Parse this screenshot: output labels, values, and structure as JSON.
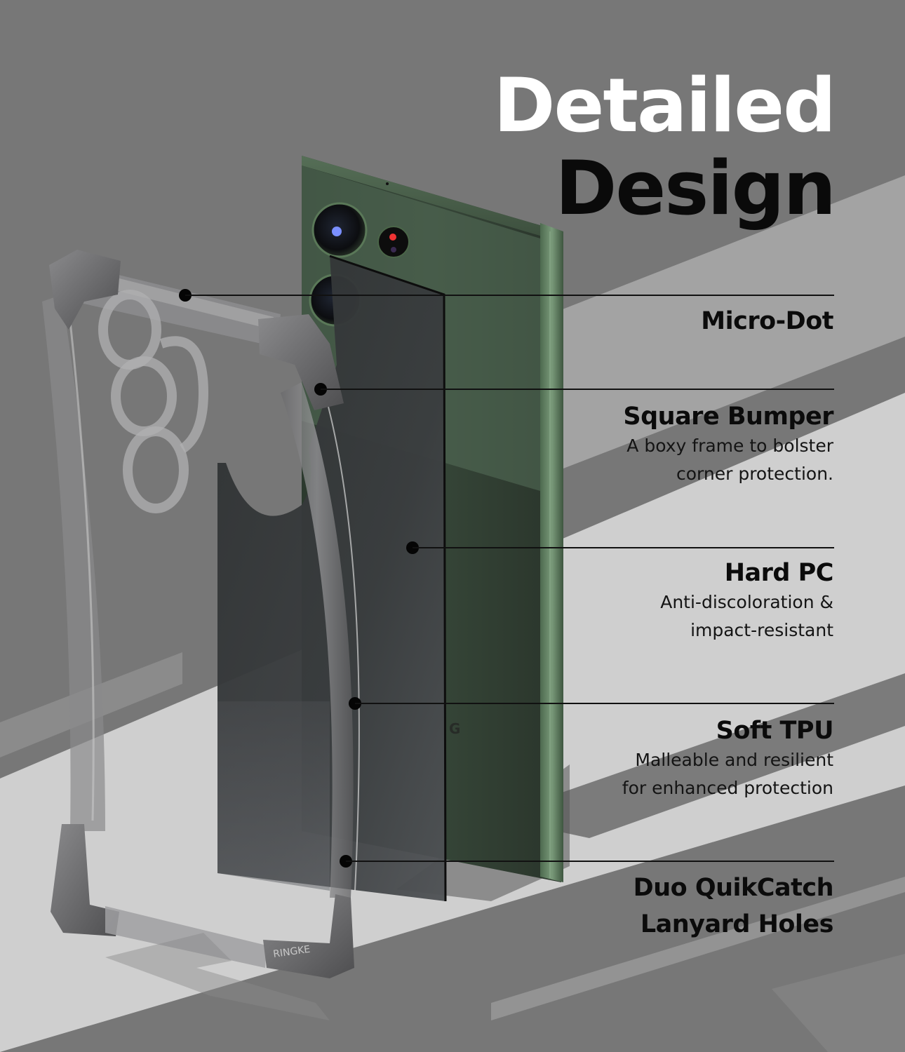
{
  "headline": {
    "line1": "Detailed",
    "line2": "Design"
  },
  "features": [
    {
      "title": "Micro-Dot",
      "description_lines": []
    },
    {
      "title": "Square Bumper",
      "description_lines": [
        "A boxy frame to bolster",
        "corner protection."
      ]
    },
    {
      "title": "Hard PC",
      "description_lines": [
        "Anti-discoloration &",
        "impact-resistant"
      ]
    },
    {
      "title": "Soft TPU",
      "description_lines": [
        "Malleable and resilient",
        "for enhanced protection"
      ]
    },
    {
      "title_lines": [
        "Duo QuikCatch",
        "Lanyard Holes"
      ],
      "description_lines": []
    }
  ],
  "product": {
    "brand_mark_on_bumper": "RINGKE",
    "phone_color": "#3e5340",
    "case_tint": "#5f6062"
  },
  "colors": {
    "background_shadow": "#777777",
    "background_light": "#d2d2d2",
    "headline_white": "#ffffff",
    "text_black": "#0b0b0b"
  }
}
